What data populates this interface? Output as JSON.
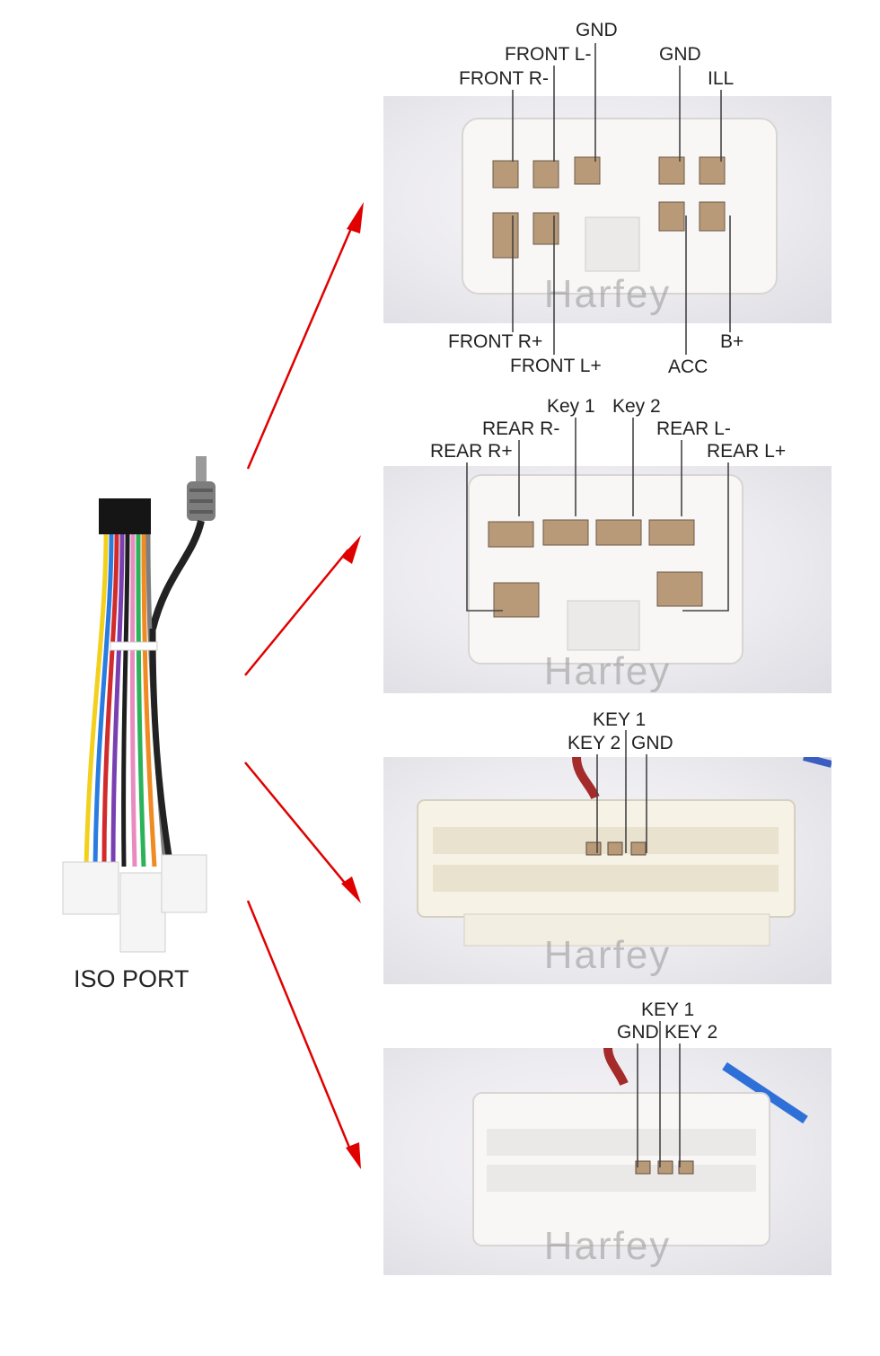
{
  "harness": {
    "label": "ISO PORT"
  },
  "watermark": "Harfey",
  "colors": {
    "arrow": "#e00000",
    "leader": "#444444"
  },
  "connectors": [
    {
      "id": "c1",
      "top_labels": [
        "GND",
        "FRONT L-",
        "FRONT R-",
        "GND",
        "ILL"
      ],
      "bottom_labels": [
        "FRONT R+",
        "FRONT L+",
        "ACC",
        "B+"
      ]
    },
    {
      "id": "c2",
      "top_labels": [
        "Key 1",
        "Key 2",
        "REAR R-",
        "REAR L-",
        "REAR R+",
        "REAR L+"
      ]
    },
    {
      "id": "c3",
      "top_labels": [
        "KEY 1",
        "KEY 2",
        "GND"
      ]
    },
    {
      "id": "c4",
      "top_labels": [
        "KEY 1",
        "GND",
        "KEY 2"
      ]
    }
  ]
}
